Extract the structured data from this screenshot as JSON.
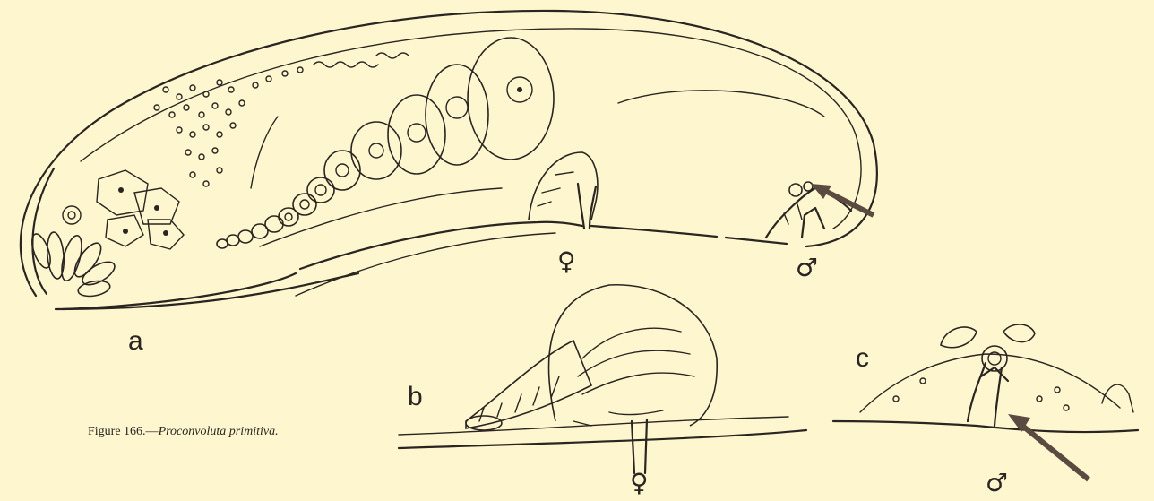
{
  "labels": {
    "a": "a",
    "b": "b",
    "c": "c"
  },
  "symbols": {
    "female": "♀",
    "male": "♂"
  },
  "caption": {
    "prefix": "Figure 166.—",
    "species": "Proconvoluta primitiva."
  },
  "colors": {
    "background": "#fdf6cf",
    "ink": "#2a2520",
    "arrow": "#5a4a40"
  }
}
